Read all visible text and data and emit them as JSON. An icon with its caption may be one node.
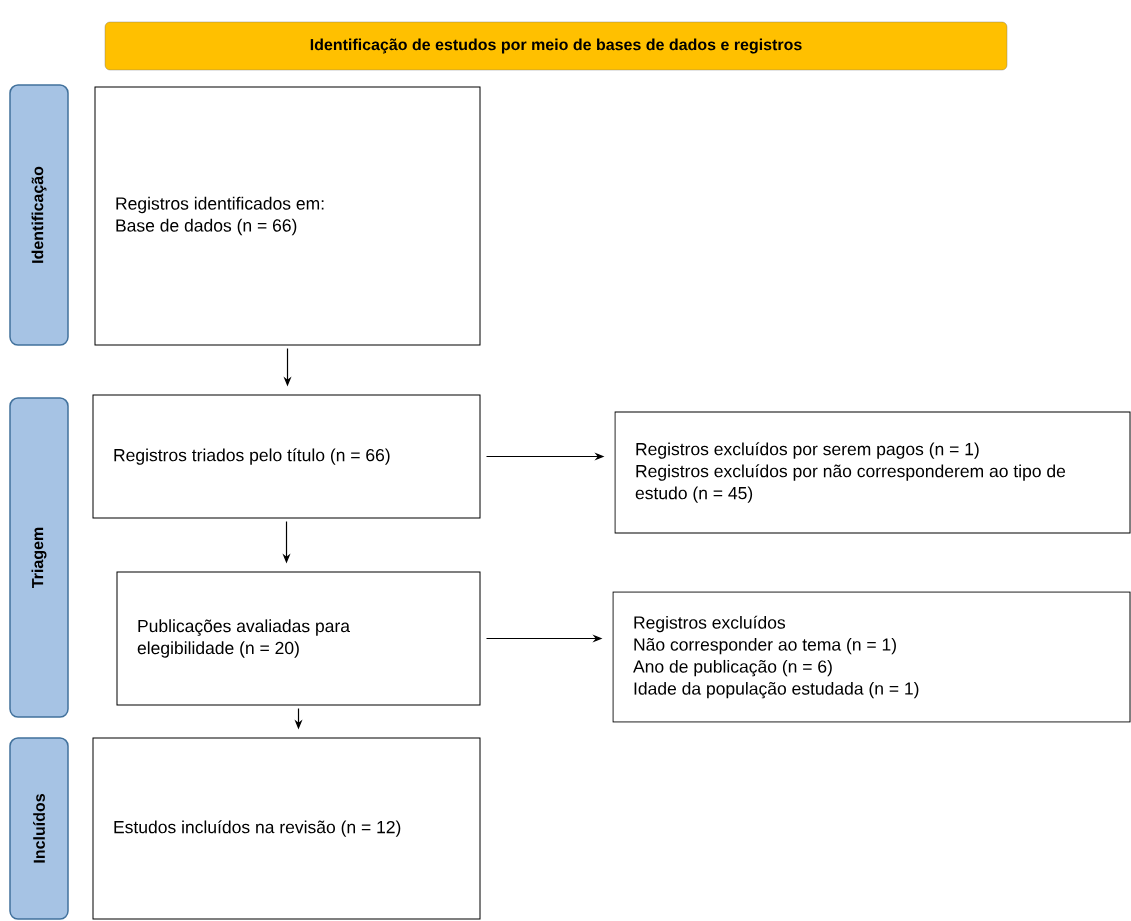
{
  "diagram": {
    "nodes": [
      {
        "text": [
          "Identificação de estudos por meio de bases de dados e registros"
        ]
      },
      {
        "text": [
          "Identificação"
        ]
      },
      {
        "text": [
          "Registros identificados em:",
          "Base de dados (n = 66)"
        ]
      },
      {
        "text": [
          "Triagem"
        ]
      },
      {
        "text": [
          "Registros triados pelo título (n = 66)"
        ]
      },
      {
        "text": [
          "Registros excluídos por serem pagos (n = 1)",
          "Registros excluídos por não corresponderem ao tipo de estudo (n = 45)"
        ]
      },
      {
        "text": [
          "Publicações avaliadas para elegibilidade (n = 20)"
        ]
      },
      {
        "text": [
          "Registros excluídos",
          "Não corresponder ao tema (n = 1)",
          "Ano de publicação (n = 6)",
          "Idade da população estudada (n = 1)"
        ]
      },
      {
        "text": [
          "Incluídos"
        ]
      },
      {
        "text": [
          "Estudos incluídos na revisão (n = 12)"
        ]
      }
    ],
    "edges": [
      {
        "from": 2,
        "to": 4,
        "arrow": "to"
      },
      {
        "from": 4,
        "to": 5,
        "arrow": "to"
      },
      {
        "from": 4,
        "to": 6,
        "arrow": "to"
      },
      {
        "from": 6,
        "to": 7,
        "arrow": "to"
      },
      {
        "from": 6,
        "to": 9,
        "arrow": "to"
      }
    ]
  }
}
